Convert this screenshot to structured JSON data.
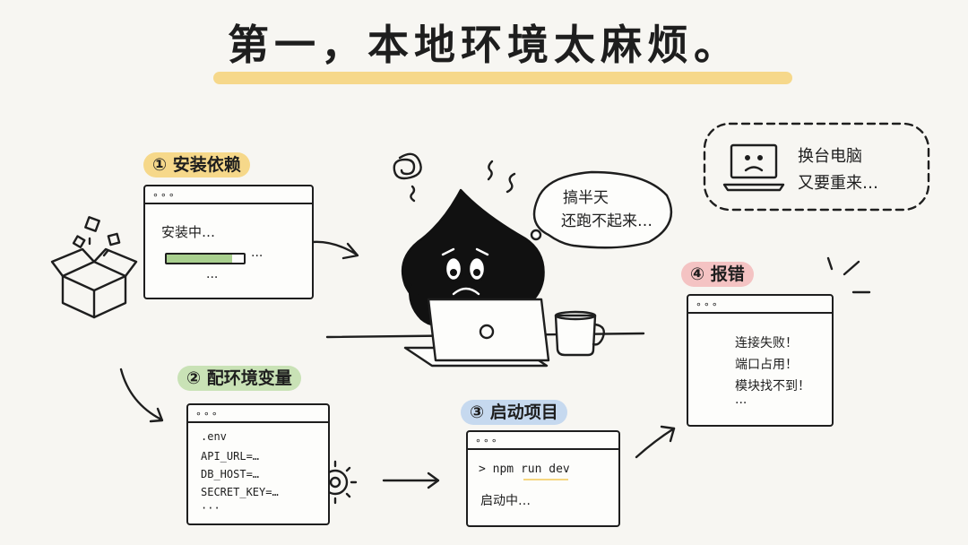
{
  "title": "第一，本地环境太麻烦。",
  "thought": {
    "line1": "搞半天",
    "line2": "还跑不起来…"
  },
  "new_computer": {
    "line1": "换台电脑",
    "line2": "又要重来…"
  },
  "steps": {
    "step1": {
      "label": "① 安装依赖",
      "status": "安装中…",
      "dots_a": "···",
      "dots_b": "···",
      "progress": 0.85,
      "color": "#f6d88a"
    },
    "step2": {
      "label": "② 配环境变量",
      "lines": [
        ".env",
        "API_URL=…",
        "DB_HOST=…",
        "SECRET_KEY=…",
        "···"
      ],
      "color": "#c9e2b6"
    },
    "step3": {
      "label": "③ 启动项目",
      "command": "> npm run dev",
      "status": "启动中…",
      "color": "#c6d9ef"
    },
    "step4": {
      "label": "④ 报错",
      "errors": [
        "连接失败！",
        "端口占用！",
        "模块找不到！",
        "···"
      ],
      "color": "#f4c3c3"
    }
  },
  "window_dots": "∘∘∘",
  "colors": {
    "highlight": "#f5d57f",
    "progress": "#a8cf8e",
    "error": "#d94a3f"
  }
}
